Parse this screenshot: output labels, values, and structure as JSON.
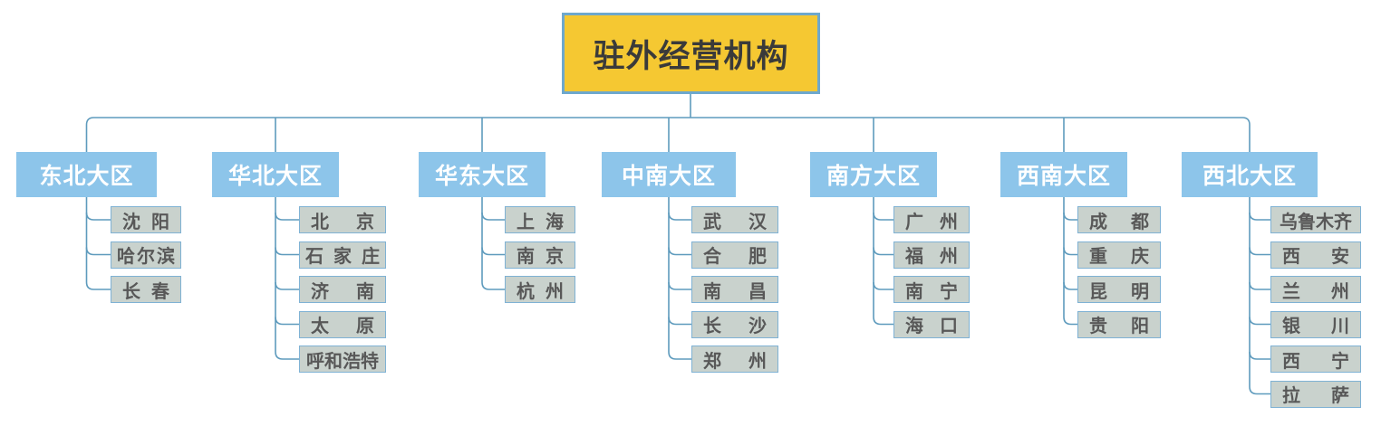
{
  "diagram": {
    "title": "驻外经营机构",
    "type": "org-chart",
    "colors": {
      "root_fill": "#f5c832",
      "root_border": "#6ea8cd",
      "region_fill": "#8dc5ea",
      "region_text": "#ffffff",
      "city_fill": "#c9d2cd",
      "city_border": "#7fb2d4",
      "city_text": "#585858",
      "connector": "#5e9bbd",
      "background": "#ffffff"
    },
    "root": {
      "label": "驻外经营机构"
    },
    "regions": [
      {
        "label": "东北大区",
        "cities": [
          {
            "label": "沈 阳"
          },
          {
            "label": "哈尔滨"
          },
          {
            "label": "长 春"
          }
        ]
      },
      {
        "label": "华北大区",
        "cities": [
          {
            "label": "北 京"
          },
          {
            "label": "石 家 庄"
          },
          {
            "label": "济 南"
          },
          {
            "label": "太 原"
          },
          {
            "label": "呼和浩特"
          }
        ]
      },
      {
        "label": "华东大区",
        "cities": [
          {
            "label": "上 海"
          },
          {
            "label": "南 京"
          },
          {
            "label": "杭 州"
          }
        ]
      },
      {
        "label": "中南大区",
        "cities": [
          {
            "label": "武 汉"
          },
          {
            "label": "合 肥"
          },
          {
            "label": "南 昌"
          },
          {
            "label": "长 沙"
          },
          {
            "label": "郑 州"
          }
        ]
      },
      {
        "label": "南方大区",
        "cities": [
          {
            "label": "广 州"
          },
          {
            "label": "福 州"
          },
          {
            "label": "南 宁"
          },
          {
            "label": "海 口"
          }
        ]
      },
      {
        "label": "西南大区",
        "cities": [
          {
            "label": "成 都"
          },
          {
            "label": "重 庆"
          },
          {
            "label": "昆 明"
          },
          {
            "label": "贵 阳"
          }
        ]
      },
      {
        "label": "西北大区",
        "cities": [
          {
            "label": "乌鲁木齐"
          },
          {
            "label": "西 安"
          },
          {
            "label": "兰 州"
          },
          {
            "label": "银 川"
          },
          {
            "label": "西 宁"
          },
          {
            "label": "拉 萨"
          }
        ]
      }
    ]
  }
}
